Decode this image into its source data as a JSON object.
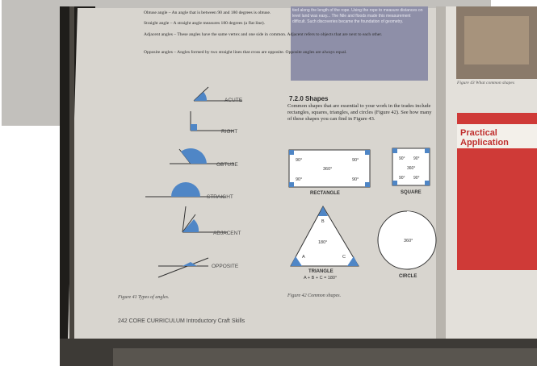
{
  "photo": {
    "left_page": {
      "bullets": [
        "Obtuse angle – An angle that is between 90 and 180 degrees is obtuse.",
        "Straight angle – A straight angle measures 180 degrees (a flat line).",
        "Adjacent angles – These angles have the same vertex and one side in common. Adjacent refers to objects that are next to each other.",
        "Opposite angles – Angles formed by two straight lines that cross are opposite. Opposite angles are always equal."
      ],
      "angle_labels": [
        "ACUTE",
        "RIGHT",
        "OBTUSE",
        "STRAIGHT",
        "ADJACENT",
        "OPPOSITE"
      ],
      "figure_caption": "Figure 41  Types of angles.",
      "footer": "242  CORE CURRICULUM Introductory Craft Skills"
    },
    "right_page": {
      "section_title": "7.2.0 Shapes",
      "section_text": "Common shapes that are essential to your work in the trades include rectangles, squares, triangles, and circles (Figure 42). See how many of these shapes you can find in Figure 43.",
      "sidebar_text": "tied along the length of the rope. Using the rope to measure distances on level land was easy... The Nile and floods made this measurement difficult. Such discoveries became the foundation of geometry.",
      "rectangle": {
        "corners": [
          "90°",
          "90°",
          "90°",
          "90°"
        ],
        "center": "360°",
        "label": "RECTANGLE"
      },
      "square": {
        "corners": [
          "90°",
          "90°",
          "90°",
          "90°"
        ],
        "center": "360°",
        "label": "SQUARE"
      },
      "triangle": {
        "vertices": [
          "B",
          "A",
          "C"
        ],
        "center": "180°",
        "label": "TRIANGLE",
        "formula": "A + B + C = 180°"
      },
      "circle": {
        "center": "360°",
        "label": "CIRCLE"
      },
      "figure_caption": "Figure 42  Common shapes."
    },
    "facing_page": {
      "caption": "Figure 43  What common shapes",
      "practical_title_1": "Practical",
      "practical_title_2": "Application"
    }
  },
  "colors": {
    "accent_blue": "#4f86c6",
    "practical_red": "#c0302f",
    "page": "#d9d6d0"
  }
}
